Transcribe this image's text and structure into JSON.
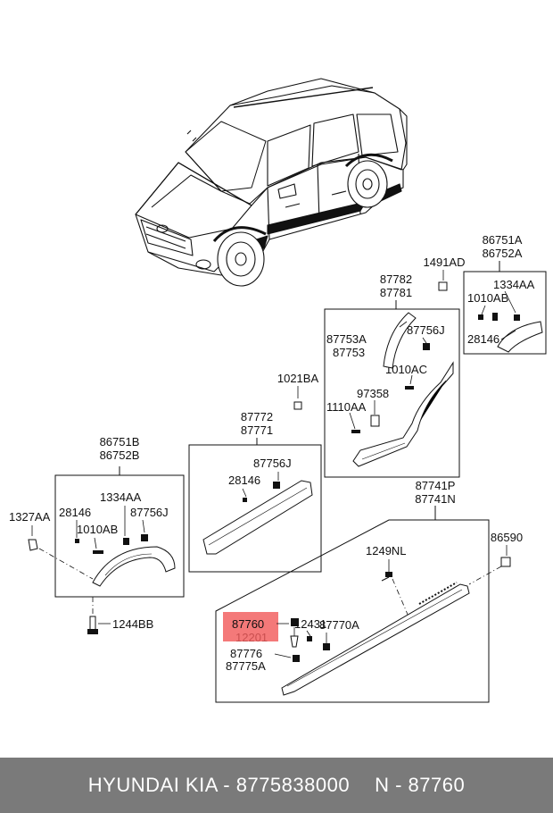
{
  "labels": {
    "lbl_86751a": "86751A",
    "lbl_86752a": "86752A",
    "lbl_1491ad": "1491AD",
    "lbl_1334aa_r": "1334AA",
    "lbl_1010ab_r": "1010AB",
    "lbl_28146_r": "28146",
    "lbl_87782": "87782",
    "lbl_87781": "87781",
    "lbl_87753a": "87753A",
    "lbl_87753": "87753",
    "lbl_87756j_r": "87756J",
    "lbl_1010ac": "1010AC",
    "lbl_97358": "97358",
    "lbl_1110aa": "1110AA",
    "lbl_1021ba": "1021BA",
    "lbl_87772": "87772",
    "lbl_87771": "87771",
    "lbl_87756j_m": "87756J",
    "lbl_28146_m": "28146",
    "lbl_86751b": "86751B",
    "lbl_86752b": "86752B",
    "lbl_1334aa_l": "1334AA",
    "lbl_28146_l": "28146",
    "lbl_87756j_l": "87756J",
    "lbl_1010ab_l": "1010AB",
    "lbl_1327aa": "1327AA",
    "lbl_1244bb": "1244BB",
    "lbl_87741p": "87741P",
    "lbl_87741n": "87741N",
    "lbl_86590": "86590",
    "lbl_1249nl": "1249NL",
    "lbl_12431": "12431",
    "lbl_87760": "87760",
    "lbl_12201": "12201",
    "lbl_87770a": "87770A",
    "lbl_87776": "87776",
    "lbl_87775a": "87775A"
  },
  "highlight_color": "#f25c5c",
  "footer": {
    "brand": "HYUNDAI  KIA - 8775838000",
    "part": "N - 87760"
  }
}
